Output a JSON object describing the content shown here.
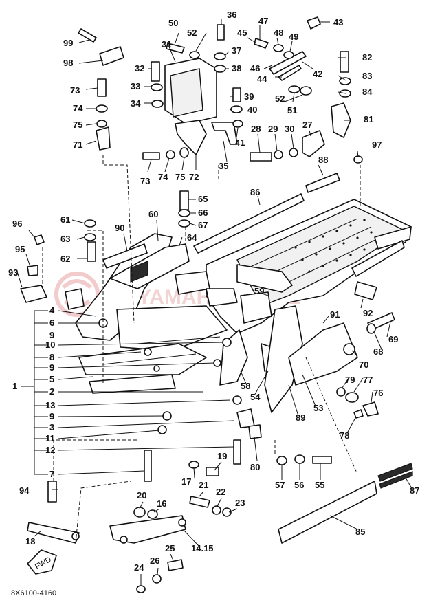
{
  "diagram": {
    "code": "8X6100-4160",
    "fwd_label": "FWD",
    "watermark": "YAMAHA LEMPL",
    "callouts": [
      {
        "id": "1"
      },
      {
        "id": "2"
      },
      {
        "id": "3"
      },
      {
        "id": "4"
      },
      {
        "id": "5"
      },
      {
        "id": "6"
      },
      {
        "id": "7"
      },
      {
        "id": "8"
      },
      {
        "id": "9a",
        "label": "9"
      },
      {
        "id": "9b",
        "label": "9"
      },
      {
        "id": "9c",
        "label": "9"
      },
      {
        "id": "10"
      },
      {
        "id": "11"
      },
      {
        "id": "12"
      },
      {
        "id": "13"
      },
      {
        "id": "14",
        "label": "14.15"
      },
      {
        "id": "16"
      },
      {
        "id": "17"
      },
      {
        "id": "18"
      },
      {
        "id": "19"
      },
      {
        "id": "20"
      },
      {
        "id": "21"
      },
      {
        "id": "22"
      },
      {
        "id": "23"
      },
      {
        "id": "24"
      },
      {
        "id": "25"
      },
      {
        "id": "26"
      },
      {
        "id": "27"
      },
      {
        "id": "28"
      },
      {
        "id": "29"
      },
      {
        "id": "30"
      },
      {
        "id": "31"
      },
      {
        "id": "32"
      },
      {
        "id": "33"
      },
      {
        "id": "34"
      },
      {
        "id": "35"
      },
      {
        "id": "36"
      },
      {
        "id": "37"
      },
      {
        "id": "38"
      },
      {
        "id": "39"
      },
      {
        "id": "40"
      },
      {
        "id": "41"
      },
      {
        "id": "42"
      },
      {
        "id": "43"
      },
      {
        "id": "44"
      },
      {
        "id": "45"
      },
      {
        "id": "46"
      },
      {
        "id": "47"
      },
      {
        "id": "48"
      },
      {
        "id": "49"
      },
      {
        "id": "50"
      },
      {
        "id": "51"
      },
      {
        "id": "52a",
        "label": "52"
      },
      {
        "id": "52b",
        "label": "52"
      },
      {
        "id": "53"
      },
      {
        "id": "54"
      },
      {
        "id": "55"
      },
      {
        "id": "56"
      },
      {
        "id": "57"
      },
      {
        "id": "58"
      },
      {
        "id": "59"
      },
      {
        "id": "60"
      },
      {
        "id": "61"
      },
      {
        "id": "62"
      },
      {
        "id": "63"
      },
      {
        "id": "64"
      },
      {
        "id": "65"
      },
      {
        "id": "66"
      },
      {
        "id": "67"
      },
      {
        "id": "68"
      },
      {
        "id": "69"
      },
      {
        "id": "70"
      },
      {
        "id": "71"
      },
      {
        "id": "72"
      },
      {
        "id": "73a",
        "label": "73"
      },
      {
        "id": "73b",
        "label": "73"
      },
      {
        "id": "74a",
        "label": "74"
      },
      {
        "id": "74b",
        "label": "74"
      },
      {
        "id": "75a",
        "label": "75"
      },
      {
        "id": "75b",
        "label": "75"
      },
      {
        "id": "76"
      },
      {
        "id": "77"
      },
      {
        "id": "78"
      },
      {
        "id": "79"
      },
      {
        "id": "80"
      },
      {
        "id": "81"
      },
      {
        "id": "82"
      },
      {
        "id": "83"
      },
      {
        "id": "84"
      },
      {
        "id": "85"
      },
      {
        "id": "86"
      },
      {
        "id": "87"
      },
      {
        "id": "88"
      },
      {
        "id": "89"
      },
      {
        "id": "90"
      },
      {
        "id": "91"
      },
      {
        "id": "92"
      },
      {
        "id": "93"
      },
      {
        "id": "94"
      },
      {
        "id": "95"
      },
      {
        "id": "96"
      },
      {
        "id": "97"
      },
      {
        "id": "98"
      },
      {
        "id": "99"
      }
    ]
  }
}
